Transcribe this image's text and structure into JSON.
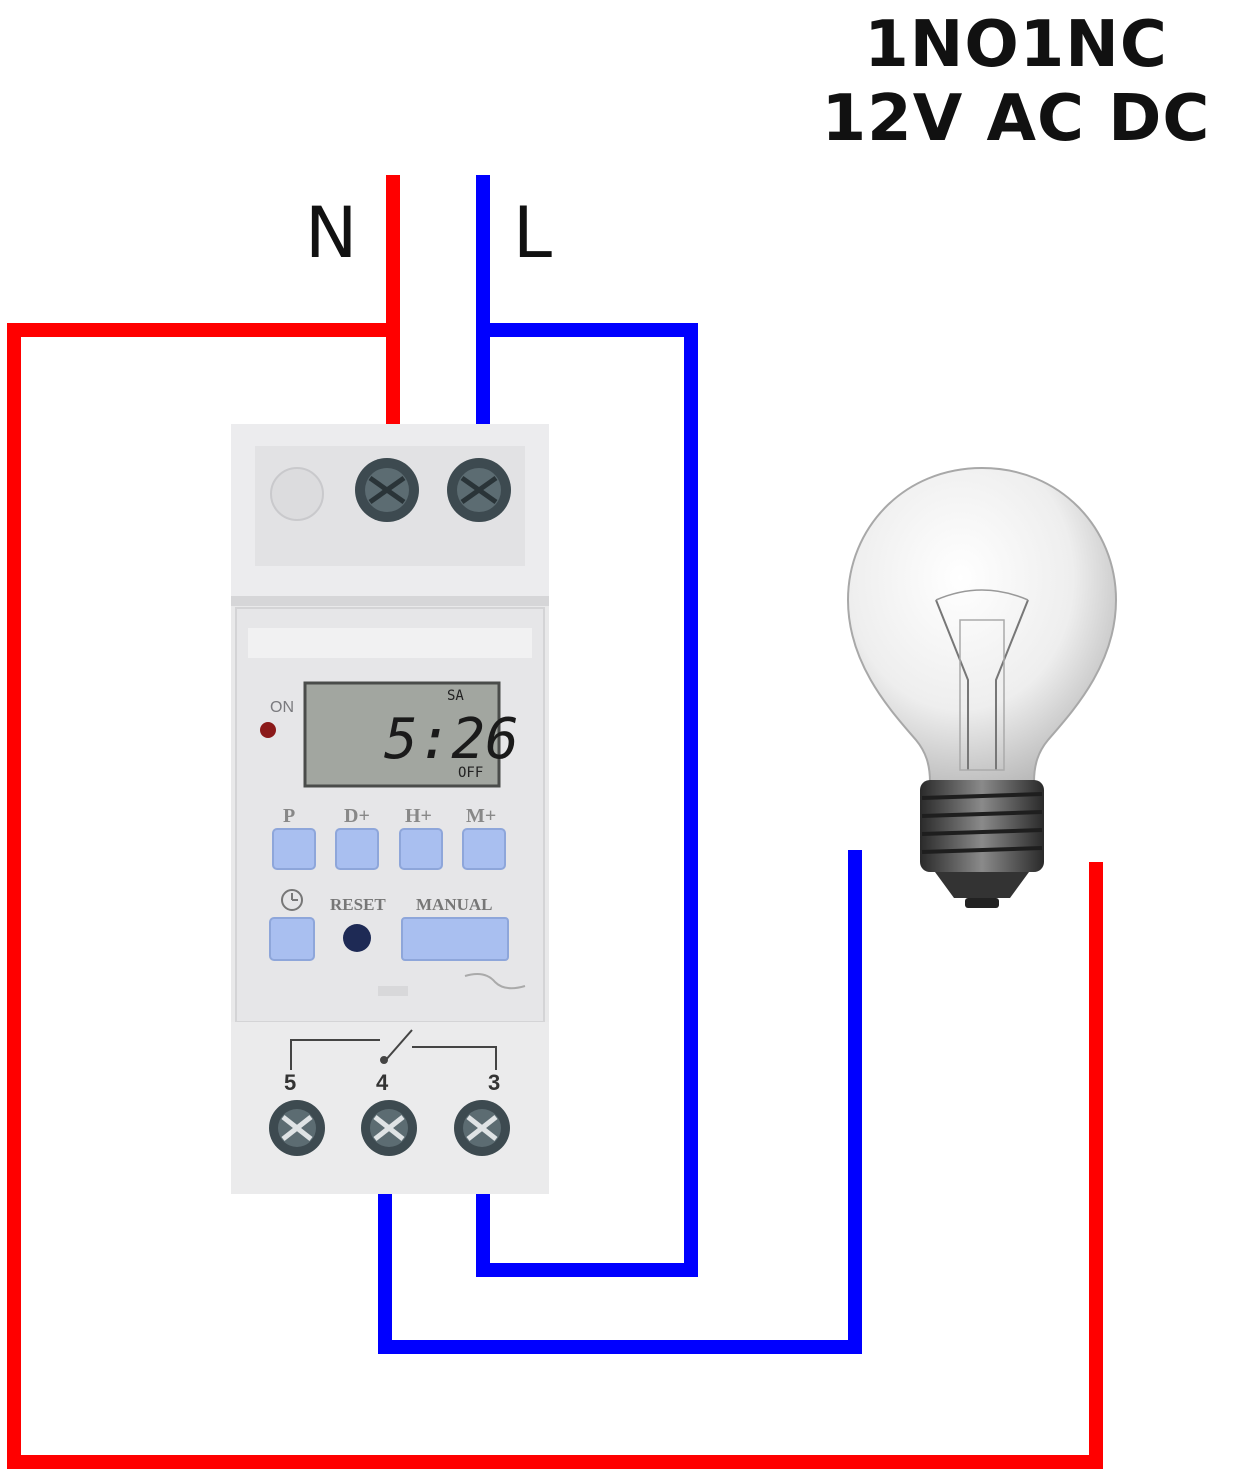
{
  "spec": {
    "line1": "1NO1NC",
    "line2": "12V AC DC"
  },
  "wires": {
    "neutral_label": "N",
    "live_label": "L",
    "neutral_color": "#ff0000",
    "live_color": "#0000ff"
  },
  "timer": {
    "on_indicator": "ON",
    "display": {
      "day": "SA",
      "time": "5:26",
      "state": "OFF"
    },
    "buttons_top": [
      "P",
      "D+",
      "H+",
      "M+"
    ],
    "clock_button": "clock-icon",
    "reset_label": "RESET",
    "manual_label": "MANUAL",
    "terminals": [
      "5",
      "4",
      "3"
    ],
    "button_color": "#a9bff0"
  },
  "bulb": {
    "icon": "light-bulb-icon"
  }
}
